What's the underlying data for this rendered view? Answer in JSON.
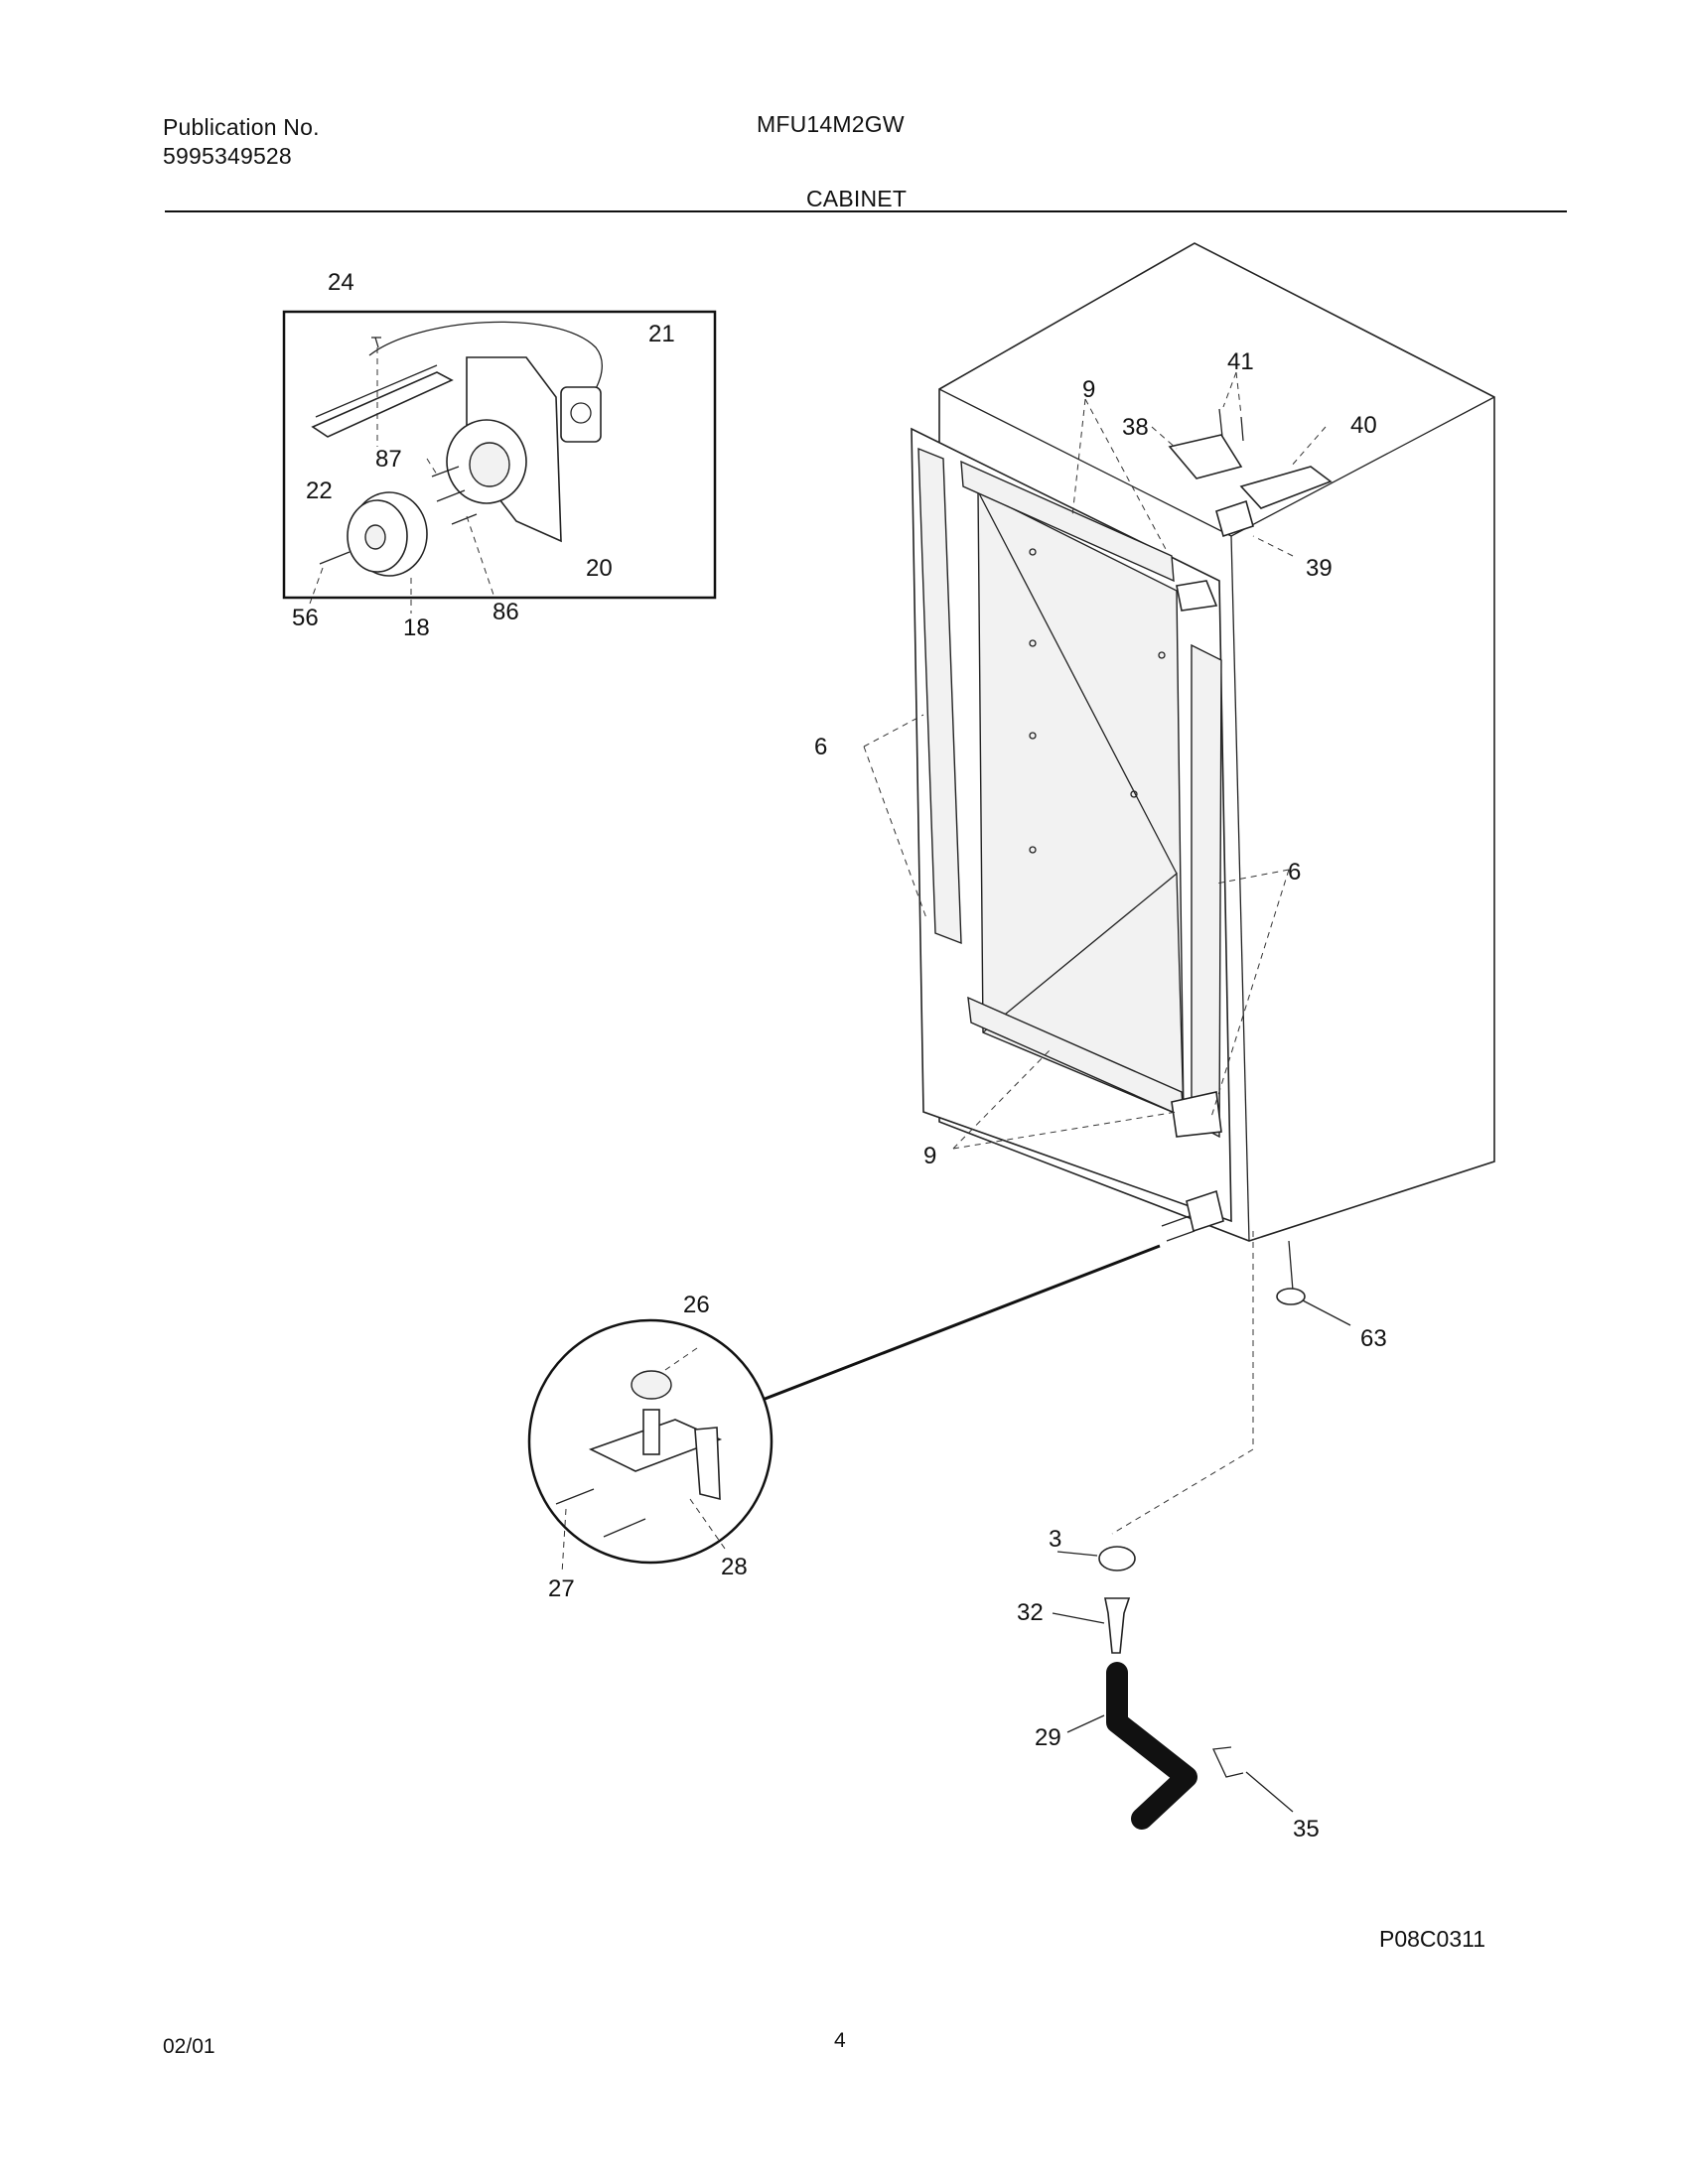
{
  "header": {
    "publication_label": "Publication No.",
    "publication_number": "5995349528",
    "model": "MFU14M2GW",
    "section_title": "CABINET"
  },
  "diagram": {
    "code": "P08C0311",
    "part_callouts": [
      "24",
      "21",
      "87",
      "22",
      "20",
      "56",
      "18",
      "86",
      "9",
      "41",
      "38",
      "40",
      "39",
      "6",
      "6",
      "9",
      "26",
      "63",
      "27",
      "28",
      "3",
      "32",
      "29",
      "35"
    ]
  },
  "footer": {
    "date": "02/01",
    "page_number": "4"
  }
}
